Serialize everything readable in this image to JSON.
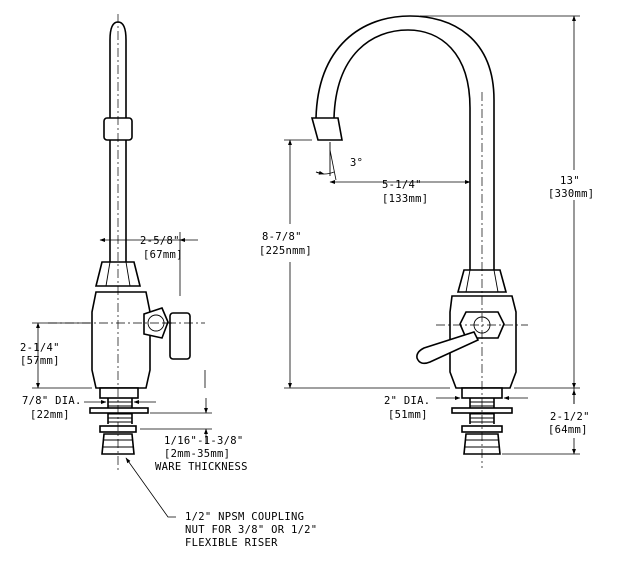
{
  "left_view": {
    "handle_offset": {
      "fraction": "2-5/8\"",
      "metric": "[67mm]"
    },
    "base_height": {
      "fraction": "2-1/4\"",
      "metric": "[57mm]"
    },
    "shank_diameter": {
      "fraction": "7/8\" DIA.",
      "metric": "[22mm]"
    },
    "ware_thickness": {
      "fraction": "1/16\"-1-3/8\"",
      "metric": "[2mm-35mm]",
      "caption": "WARE THICKNESS"
    },
    "coupling_note": [
      "1/2\" NPSM COUPLING",
      "NUT FOR 3/8\" OR 1/2\"",
      "FLEXIBLE RISER"
    ]
  },
  "right_view": {
    "angle": "3°",
    "spout_reach": {
      "fraction": "5-1/4\"",
      "metric": "[133mm]"
    },
    "spout_clearance": {
      "fraction": "8-7/8\"",
      "metric": "[225nmm]"
    },
    "overall_height": {
      "fraction": "13\"",
      "metric": "[330mm]"
    },
    "base_diameter": {
      "fraction": "2\" DIA.",
      "metric": "[51mm]"
    },
    "shank_length": {
      "fraction": "2-1/2\"",
      "metric": "[64mm]"
    }
  }
}
